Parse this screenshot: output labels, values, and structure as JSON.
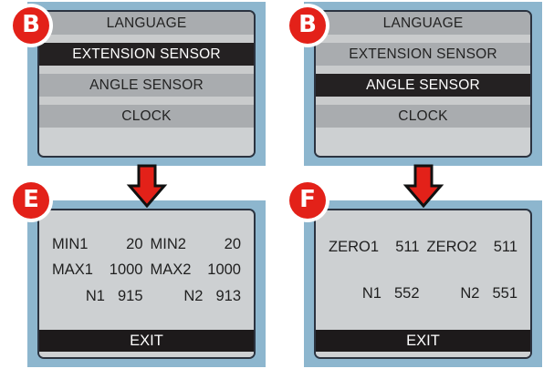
{
  "figure": {
    "kind": "device-screen-sequence",
    "panel_count": 4
  },
  "colors": {
    "frame": "#8db6ce",
    "screen_bg": "#cdd0d2",
    "row_band": "#a9acaf",
    "row_separator": "#c9cbcc",
    "row_selected_bg": "#242122",
    "row_selected_text": "#ffffff",
    "badge_red": "#e32119",
    "arrow_red": "#e32119",
    "arrow_outline": "#111111",
    "screen_border": "#2b3340",
    "text": "#232323"
  },
  "panels": [
    {
      "id": "panel-b-left",
      "badge": "B",
      "type": "menu",
      "menu_items": [
        {
          "label": "LANGUAGE",
          "selected": false
        },
        {
          "label": "EXTENSION SENSOR",
          "selected": true
        },
        {
          "label": "ANGLE SENSOR",
          "selected": false
        },
        {
          "label": "CLOCK",
          "selected": false
        }
      ]
    },
    {
      "id": "panel-b-right",
      "badge": "B",
      "type": "menu",
      "menu_items": [
        {
          "label": "LANGUAGE",
          "selected": false
        },
        {
          "label": "EXTENSION SENSOR",
          "selected": false
        },
        {
          "label": "ANGLE SENSOR",
          "selected": true
        },
        {
          "label": "CLOCK",
          "selected": false
        }
      ]
    },
    {
      "id": "panel-e",
      "badge": "E",
      "type": "values",
      "value_rows": [
        [
          {
            "label": "MIN1",
            "value": "20"
          },
          {
            "label": "MIN2",
            "value": "20"
          }
        ],
        [
          {
            "label": "MAX1",
            "value": "1000"
          },
          {
            "label": "MAX2",
            "value": "1000"
          }
        ],
        [
          {
            "label": "N1",
            "value": "915"
          },
          {
            "label": "N2",
            "value": "913"
          }
        ]
      ],
      "exit_label": "EXIT"
    },
    {
      "id": "panel-f",
      "badge": "F",
      "type": "values",
      "value_rows": [
        [
          {
            "label": "ZERO1",
            "value": "511"
          },
          {
            "label": "ZERO2",
            "value": "511"
          }
        ],
        [
          {
            "label": "N1",
            "value": "552"
          },
          {
            "label": "N2",
            "value": "551"
          }
        ]
      ],
      "exit_label": "EXIT"
    }
  ],
  "arrows": [
    {
      "id": "arrow-left",
      "direction": "down"
    },
    {
      "id": "arrow-right",
      "direction": "down"
    }
  ]
}
